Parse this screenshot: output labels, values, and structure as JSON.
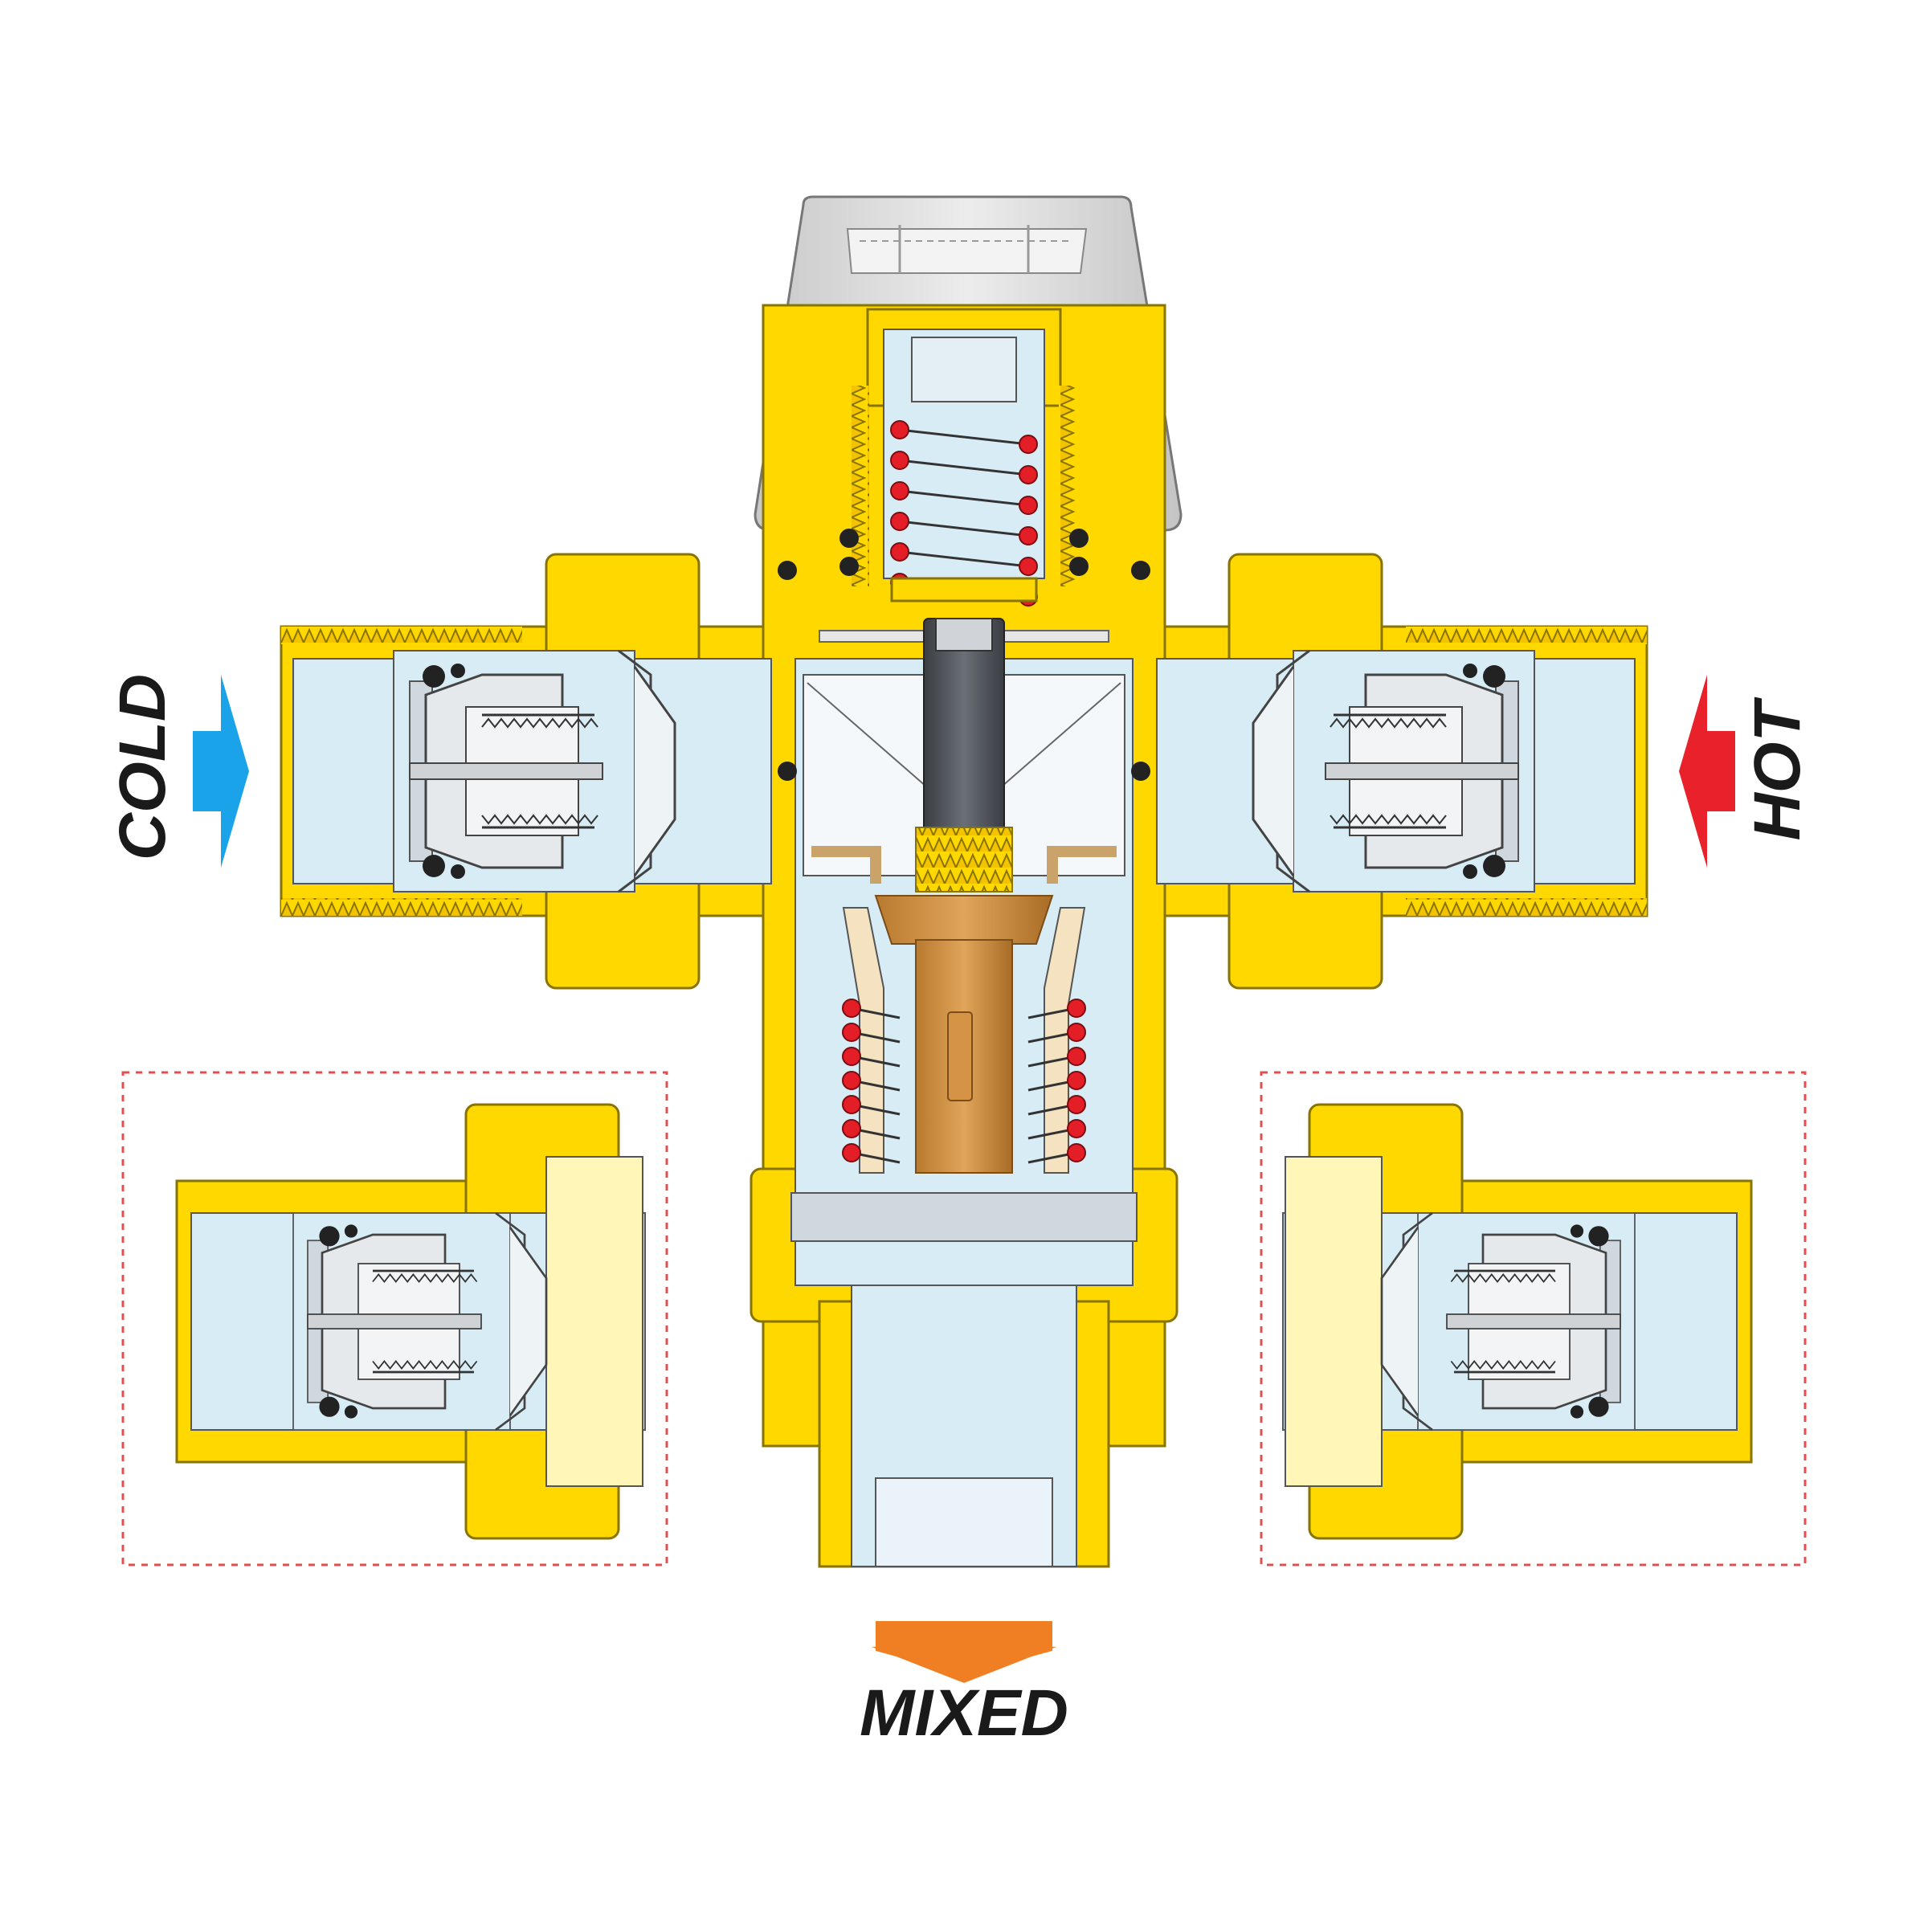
{
  "labels": {
    "cold": "COLD",
    "hot": "HOT",
    "mixed": "MIXED"
  },
  "colors": {
    "brass": "#FFD800",
    "brass_outline": "#8a7400",
    "water": "#D8ECF6",
    "cold_arrow": "#1AA3E8",
    "hot_arrow": "#E8212A",
    "mixed_arrow": "#F07F24",
    "spring_coil": "#E41E26",
    "cap": "#DADADA",
    "stem": "#4B4F55",
    "piston": "#C98A3C",
    "inset_border": "#E05050"
  },
  "icons": [
    "cold-inlet-arrow-icon",
    "hot-inlet-arrow-icon",
    "mixed-outlet-arrow-icon",
    "spring-coil-icon"
  ]
}
